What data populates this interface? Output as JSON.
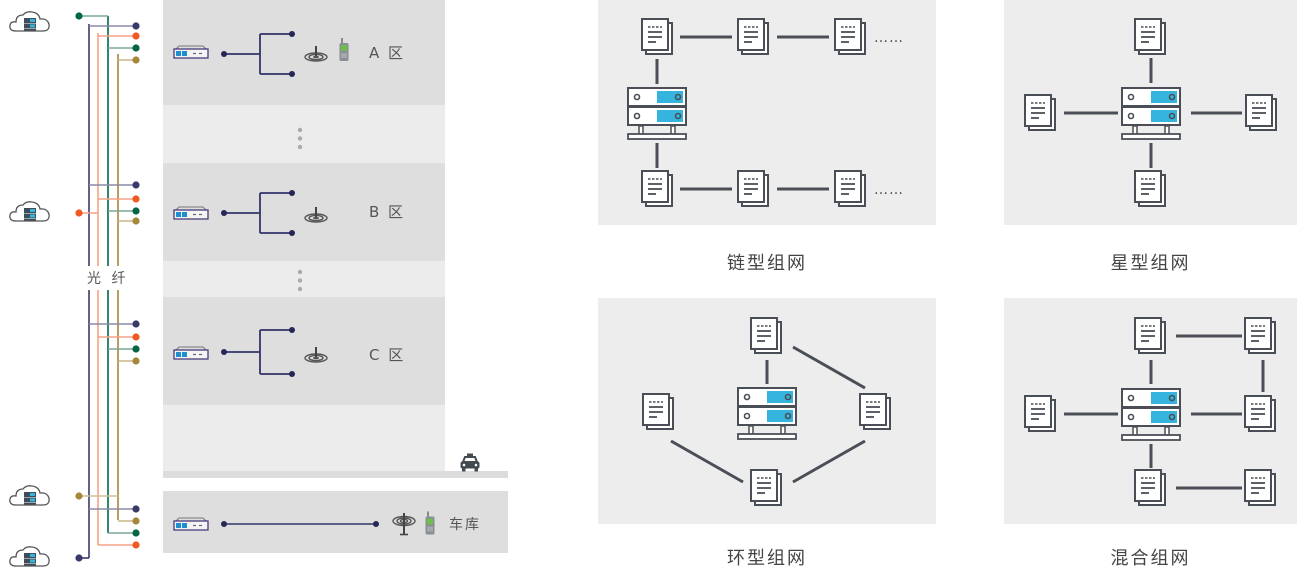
{
  "title": "Network topology diagram",
  "colors": {
    "fiber_navy": "#3a3a6a",
    "fiber_orange": "#f05a22",
    "fiber_green": "#006643",
    "fiber_gold": "#a5873a",
    "icon_stroke": "#4a4f57",
    "server_accent": "#35b5dd",
    "phone_screen": "#6cc04a",
    "zone_bg": "#dedede",
    "panel_bg": "#ededed"
  },
  "left_diagram": {
    "fiber_label": "光 纤",
    "cloud_nodes": [
      {
        "icon": "cloud-server-icon"
      },
      {
        "icon": "cloud-server-icon"
      },
      {
        "icon": "cloud-server-icon"
      },
      {
        "icon": "cloud-server-icon"
      }
    ],
    "zones": [
      {
        "label": "A 区",
        "devices": [
          "router-icon",
          "antenna-icon",
          "walkie-talkie-icon"
        ]
      },
      {
        "label": "B 区",
        "devices": [
          "router-icon",
          "antenna-icon"
        ]
      },
      {
        "label": "C 区",
        "devices": [
          "router-icon",
          "antenna-icon"
        ]
      },
      {
        "label": "车库",
        "devices": [
          "router-icon",
          "antenna-icon",
          "walkie-talkie-icon"
        ]
      }
    ],
    "ellipsis": "⋮",
    "vehicle_icon": "car-icon"
  },
  "topologies": [
    {
      "id": "chain",
      "caption": "链型组网",
      "ellipsis": "……"
    },
    {
      "id": "star",
      "caption": "星型组网"
    },
    {
      "id": "ring",
      "caption": "环型组网"
    },
    {
      "id": "hybrid",
      "caption": "混合组网"
    }
  ]
}
